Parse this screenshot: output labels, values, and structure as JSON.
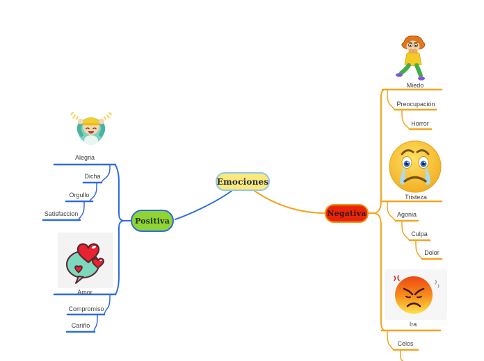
{
  "root": {
    "label": "Emociones"
  },
  "branches": {
    "positiva": {
      "label": "Positiva",
      "items": {
        "alegria": "Alegria",
        "dicha": "Dicha",
        "orgullo": "Orgullo",
        "satisfaccion": "Satisfaccion",
        "amor": "Amor",
        "compromiso": "Compromiso",
        "carino": "Cariño"
      },
      "icons": {
        "alegria": "cheering-kid-illustration",
        "amor": "hearts-speech-bubble-illustration"
      }
    },
    "negativa": {
      "label": "Negativa",
      "items": {
        "miedo": "Miedo",
        "preocupacion": "Preocupación",
        "horror": "Horror",
        "tristeza": "Tristeza",
        "agonia": "Agonia",
        "culpa": "Culpa",
        "dolor": "Dolor",
        "ira": "Ira",
        "celos": "Celos"
      },
      "icons": {
        "miedo": "scared-boy-illustration",
        "tristeza": "crying-emoji-illustration",
        "ira": "angry-emoji-illustration"
      }
    }
  },
  "colors": {
    "root-fill": "#FBE97B",
    "root-border": "#8FC6EE",
    "root-text": "#222A3D",
    "positive-fill": "#8FD434",
    "positive-border": "#2F6BDB",
    "positive-text": "#233214",
    "positive-line": "#2E6BE0",
    "negative-fill": "#E8250C",
    "negative-border": "#F0930F",
    "negative-text": "#38160A",
    "negative-line": "#F5A41D",
    "label-text": "#3D3D3D",
    "card-bg": "#F4F4F4"
  }
}
